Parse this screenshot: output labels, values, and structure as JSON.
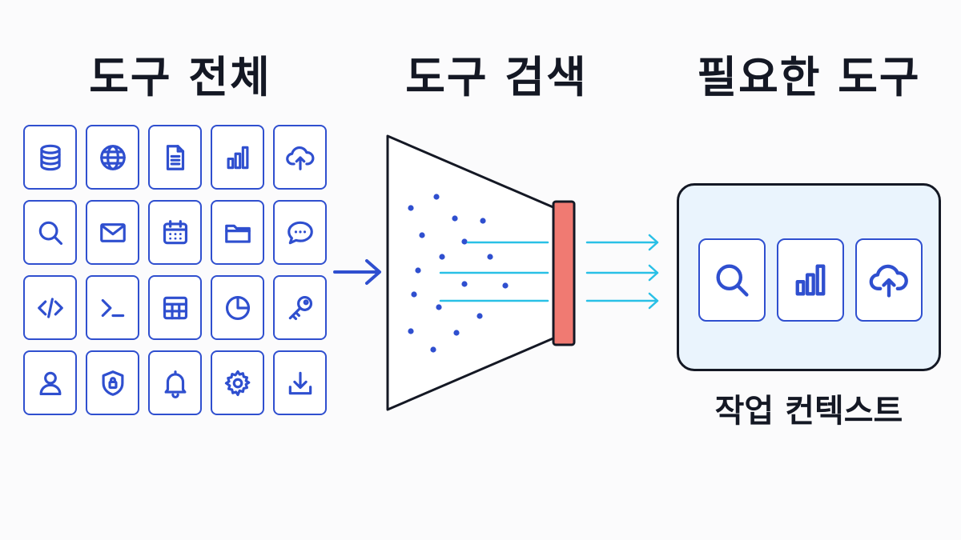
{
  "headings": {
    "all_tools": "도구 전체",
    "tool_search": "도구 검색",
    "needed_tools": "필요한 도구"
  },
  "caption": "작업 컨텍스트",
  "colors": {
    "icon_blue": "#2f4fcf",
    "arrow_cyan": "#29c0e6",
    "filter_red": "#f07a72",
    "context_bg": "#eaf4fd",
    "outline": "#141824"
  },
  "tool_grid": [
    [
      "database-icon",
      "globe-icon",
      "document-icon",
      "bar-chart-icon",
      "cloud-upload-icon"
    ],
    [
      "search-icon",
      "mail-icon",
      "calendar-icon",
      "folder-icon",
      "chat-icon"
    ],
    [
      "code-icon",
      "terminal-icon",
      "table-icon",
      "pie-chart-icon",
      "key-icon"
    ],
    [
      "user-icon",
      "shield-lock-icon",
      "bell-icon",
      "gear-icon",
      "download-icon"
    ]
  ],
  "selected_tools": [
    "search-icon",
    "bar-chart-icon",
    "cloud-upload-icon"
  ]
}
